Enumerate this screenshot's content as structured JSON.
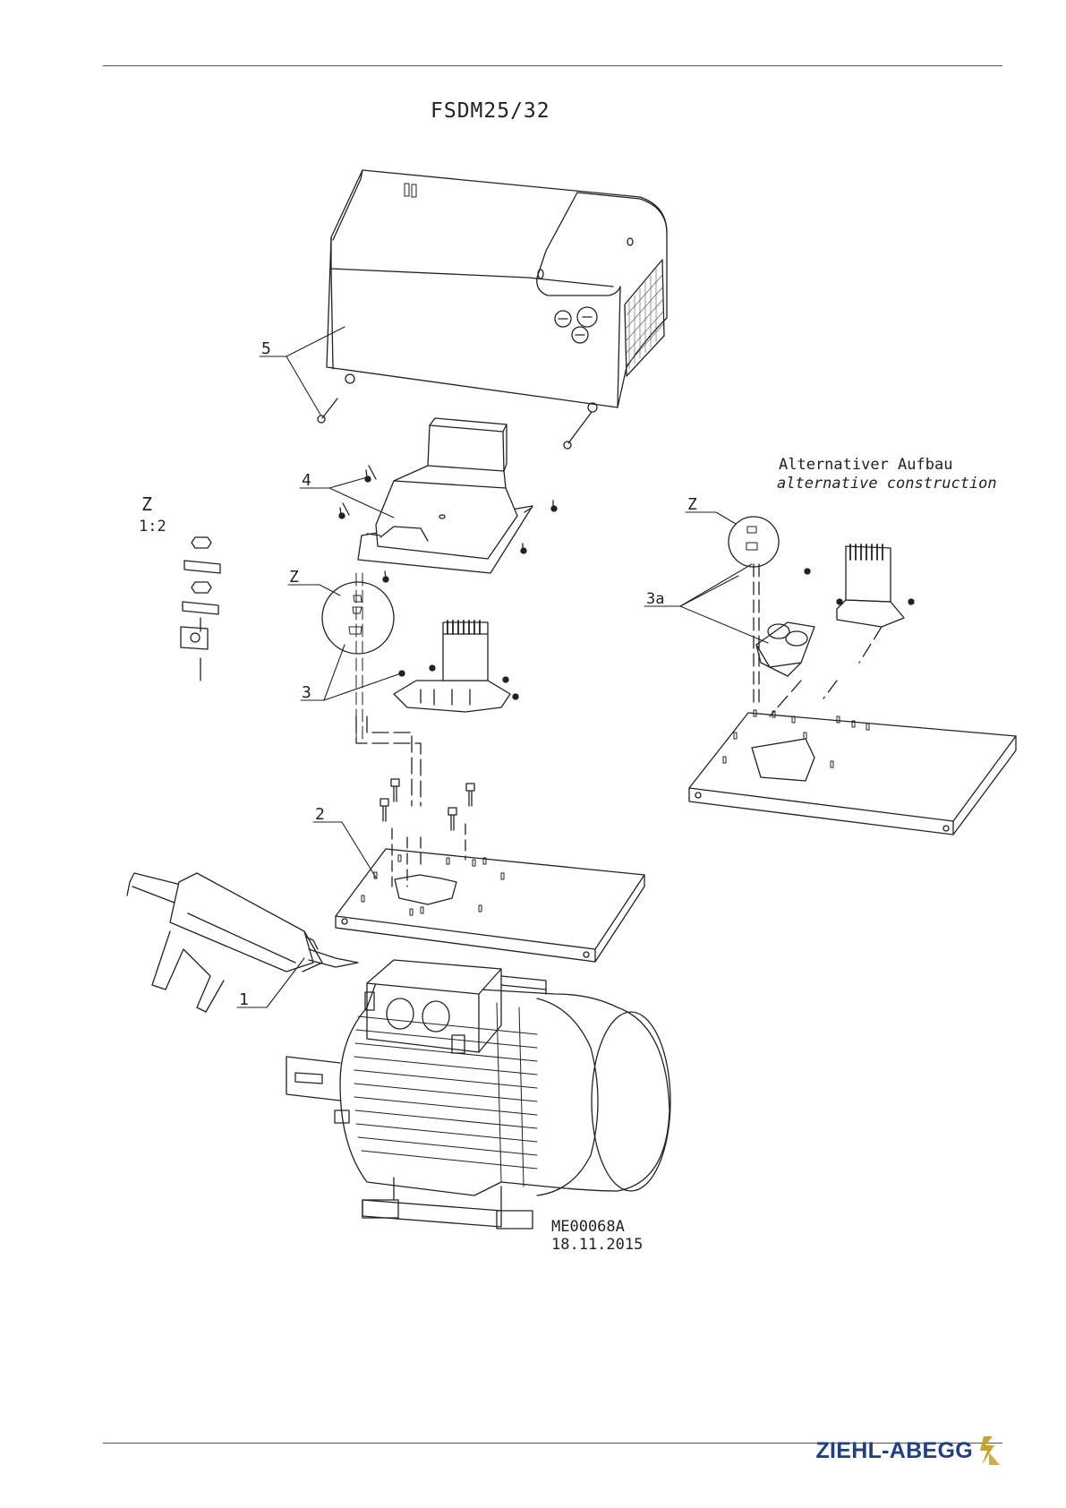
{
  "title": "FSDM25/32",
  "callouts": {
    "c1": "1",
    "c2": "2",
    "c3": "3",
    "c3a": "3a",
    "c4": "4",
    "c5": "5",
    "z_left": "Z",
    "z_scale": "1:2",
    "z_center": "Z",
    "z_right": "Z"
  },
  "alt": {
    "de": "Alternativer Aufbau",
    "en": "alternative construction"
  },
  "drawing_no": "ME00068A",
  "drawing_date": "18.11.2015",
  "brand": {
    "name": "ZIEHL-ABEGG",
    "color": "#1d3f8c",
    "mark_color": "#c9a227",
    "icon": "ziehl-abegg-logo-mark"
  }
}
